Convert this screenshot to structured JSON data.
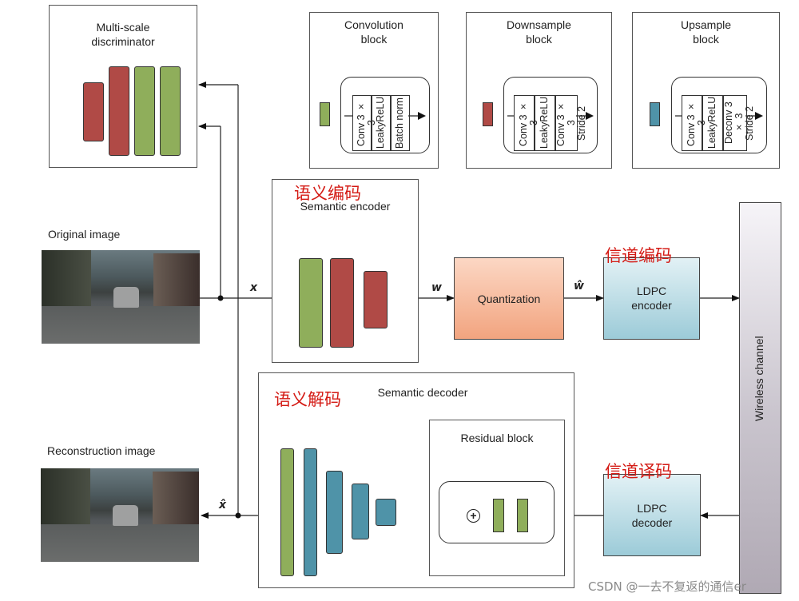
{
  "discriminator": {
    "title": "Multi-scale\ndiscriminator"
  },
  "convolution_block": {
    "title": "Convolution\nblock",
    "layers": [
      "Conv 3 × 3",
      "LeakyReLU",
      "Batch norm"
    ]
  },
  "downsample_block": {
    "title": "Downsample\nblock",
    "layers": [
      "Conv 3 × 3",
      "LeakyReLU",
      "Conv 3 × 3\nStride 2"
    ]
  },
  "upsample_block": {
    "title": "Upsample\nblock",
    "layers": [
      "Conv 3 × 3",
      "LeakyReLU",
      "Deconv 3 × 3\nStride 2"
    ]
  },
  "encoder": {
    "title": "Semantic encoder",
    "cn_label": "语义编码"
  },
  "decoder": {
    "title": "Semantic decoder",
    "cn_label": "语义解码"
  },
  "residual": {
    "title": "Residual block",
    "plus": "+"
  },
  "quantization": {
    "label": "Quantization"
  },
  "ldpc_encoder": {
    "label": "LDPC\nencoder",
    "cn_label": "信道编码"
  },
  "ldpc_decoder": {
    "label": "LDPC\ndecoder",
    "cn_label": "信道译码"
  },
  "channel": {
    "label": "Wireless channel"
  },
  "images": {
    "original": "Original image",
    "reconstruction": "Reconstruction image"
  },
  "variables": {
    "x": "x",
    "w": "w",
    "w_hat": "ŵ",
    "x_hat": "x̂"
  },
  "watermark": "CSDN @一去不复返的通信er",
  "colors": {
    "green": "#8fae5b",
    "red": "#b04a46",
    "teal": "#4f93a8",
    "quant": "#f6b596",
    "ldpc": "#b3d8e2",
    "cn_text": "#d41a14"
  }
}
